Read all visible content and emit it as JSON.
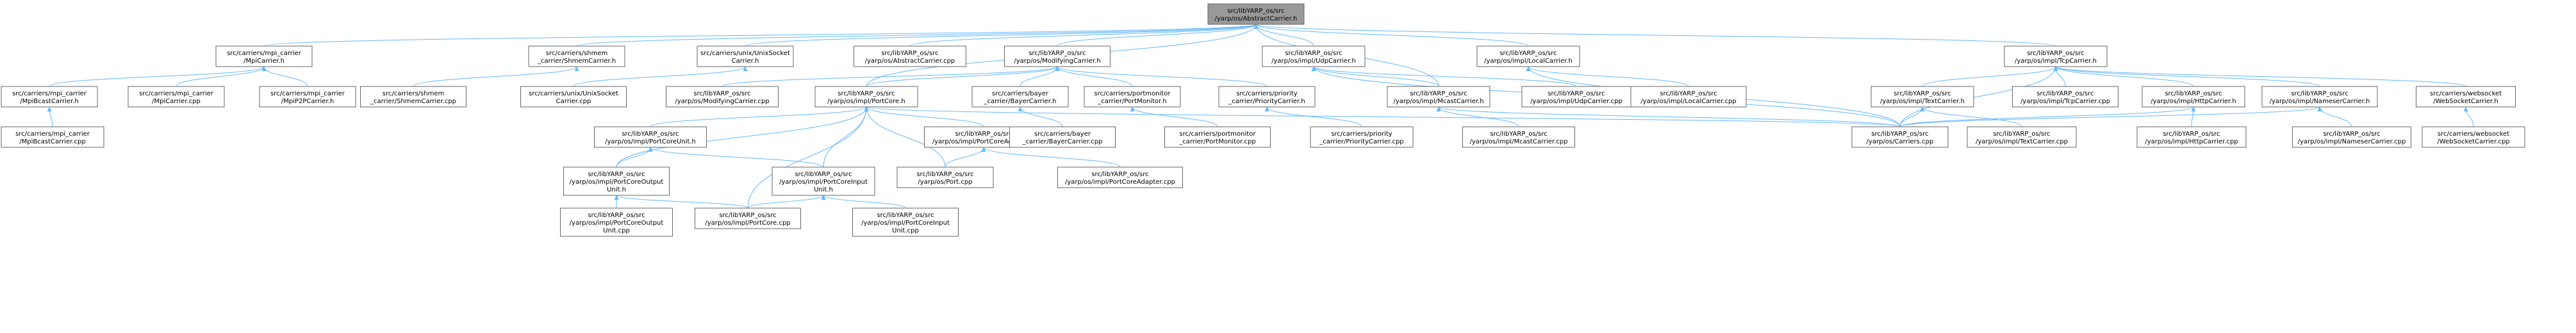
{
  "nodes": [
    {
      "id": "abstract_h",
      "lines": [
        "src/libYARP_os/src",
        "/yarp/os/AbstractCarrier.h"
      ],
      "root": true
    },
    {
      "id": "mpi_h",
      "lines": [
        "src/carriers/mpi_carrier",
        "/MpiCarrier.h"
      ]
    },
    {
      "id": "shmem_h",
      "lines": [
        "src/carriers/shmem",
        "_carrier/ShmemCarrier.h"
      ]
    },
    {
      "id": "unix_h",
      "lines": [
        "src/carriers/unix/UnixSocket",
        "Carrier.h"
      ]
    },
    {
      "id": "abstract_cpp",
      "lines": [
        "src/libYARP_os/src",
        "/yarp/os/AbstractCarrier.cpp"
      ]
    },
    {
      "id": "modifying_h",
      "lines": [
        "src/libYARP_os/src",
        "/yarp/os/ModifyingCarrier.h"
      ]
    },
    {
      "id": "udp_h",
      "lines": [
        "src/libYARP_os/src",
        "/yarp/os/impl/UdpCarrier.h"
      ]
    },
    {
      "id": "local_h",
      "lines": [
        "src/libYARP_os/src",
        "/yarp/os/impl/LocalCarrier.h"
      ]
    },
    {
      "id": "tcp_h",
      "lines": [
        "src/libYARP_os/src",
        "/yarp/os/impl/TcpCarrier.h"
      ]
    },
    {
      "id": "mpibcast_h",
      "lines": [
        "src/carriers/mpi_carrier",
        "/MpiBcastCarrier.h"
      ]
    },
    {
      "id": "mpi_cpp",
      "lines": [
        "src/carriers/mpi_carrier",
        "/MpiCarrier.cpp"
      ]
    },
    {
      "id": "mpip2p_h",
      "lines": [
        "src/carriers/mpi_carrier",
        "/MpiP2PCarrier.h"
      ]
    },
    {
      "id": "shmem_cpp",
      "lines": [
        "src/carriers/shmem",
        "_carrier/ShmemCarrier.cpp"
      ]
    },
    {
      "id": "unix_cpp",
      "lines": [
        "src/carriers/unix/UnixSocket",
        "Carrier.cpp"
      ]
    },
    {
      "id": "modifying_cpp",
      "lines": [
        "src/libYARP_os/src",
        "/yarp/os/ModifyingCarrier.cpp"
      ]
    },
    {
      "id": "portcore_h",
      "lines": [
        "src/libYARP_os/src",
        "/yarp/os/impl/PortCore.h"
      ]
    },
    {
      "id": "bayer_h",
      "lines": [
        "src/carriers/bayer",
        "_carrier/BayerCarrier.h"
      ]
    },
    {
      "id": "portmonitor_h",
      "lines": [
        "src/carriers/portmonitor",
        "_carrier/PortMonitor.h"
      ]
    },
    {
      "id": "priority_h",
      "lines": [
        "src/carriers/priority",
        "_carrier/PriorityCarrier.h"
      ]
    },
    {
      "id": "mcast_h",
      "lines": [
        "src/libYARP_os/src",
        "/yarp/os/impl/McastCarrier.h"
      ]
    },
    {
      "id": "udp_cpp",
      "lines": [
        "src/libYARP_os/src",
        "/yarp/os/impl/UdpCarrier.cpp"
      ]
    },
    {
      "id": "local_cpp",
      "lines": [
        "src/libYARP_os/src",
        "/yarp/os/impl/LocalCarrier.cpp"
      ]
    },
    {
      "id": "text_h",
      "lines": [
        "src/libYARP_os/src",
        "/yarp/os/impl/TextCarrier.h"
      ]
    },
    {
      "id": "tcp_cpp",
      "lines": [
        "src/libYARP_os/src",
        "/yarp/os/impl/TcpCarrier.cpp"
      ]
    },
    {
      "id": "http_h",
      "lines": [
        "src/libYARP_os/src",
        "/yarp/os/impl/HttpCarrier.h"
      ]
    },
    {
      "id": "nameser_h",
      "lines": [
        "src/libYARP_os/src",
        "/yarp/os/impl/NameserCarrier.h"
      ]
    },
    {
      "id": "websocket_h",
      "lines": [
        "src/carriers/websocket",
        "/WebSocketCarrier.h"
      ]
    },
    {
      "id": "mpibcast_cpp",
      "lines": [
        "src/carriers/mpi_carrier",
        "/MpiBcastCarrier.cpp"
      ]
    },
    {
      "id": "portcoreunit_h",
      "lines": [
        "src/libYARP_os/src",
        "/yarp/os/impl/PortCoreUnit.h"
      ]
    },
    {
      "id": "portcoreadapter_h",
      "lines": [
        "src/libYARP_os/src",
        "/yarp/os/impl/PortCoreAdapter.h"
      ]
    },
    {
      "id": "bayer_cpp",
      "lines": [
        "src/carriers/bayer",
        "_carrier/BayerCarrier.cpp"
      ]
    },
    {
      "id": "portmonitor_cpp",
      "lines": [
        "src/carriers/portmonitor",
        "_carrier/PortMonitor.cpp"
      ]
    },
    {
      "id": "priority_cpp",
      "lines": [
        "src/carriers/priority",
        "_carrier/PriorityCarrier.cpp"
      ]
    },
    {
      "id": "mcast_cpp",
      "lines": [
        "src/libYARP_os/src",
        "/yarp/os/impl/McastCarrier.cpp"
      ]
    },
    {
      "id": "carriers_cpp",
      "lines": [
        "src/libYARP_os/src",
        "/yarp/os/Carriers.cpp"
      ]
    },
    {
      "id": "text_cpp",
      "lines": [
        "src/libYARP_os/src",
        "/yarp/os/impl/TextCarrier.cpp"
      ]
    },
    {
      "id": "http_cpp",
      "lines": [
        "src/libYARP_os/src",
        "/yarp/os/impl/HttpCarrier.cpp"
      ]
    },
    {
      "id": "nameser_cpp",
      "lines": [
        "src/libYARP_os/src",
        "/yarp/os/impl/NameserCarrier.cpp"
      ]
    },
    {
      "id": "websocket_cpp",
      "lines": [
        "src/carriers/websocket",
        "/WebSocketCarrier.cpp"
      ]
    },
    {
      "id": "portcoreoutput_h",
      "lines": [
        "src/libYARP_os/src",
        "/yarp/os/impl/PortCoreOutput",
        "Unit.h"
      ]
    },
    {
      "id": "portcoreinput_h",
      "lines": [
        "src/libYARP_os/src",
        "/yarp/os/impl/PortCoreInput",
        "Unit.h"
      ]
    },
    {
      "id": "port_cpp",
      "lines": [
        "src/libYARP_os/src",
        "/yarp/os/Port.cpp"
      ]
    },
    {
      "id": "portcoreadapter_cpp",
      "lines": [
        "src/libYARP_os/src",
        "/yarp/os/impl/PortCoreAdapter.cpp"
      ]
    },
    {
      "id": "portcoreoutput_cpp",
      "lines": [
        "src/libYARP_os/src",
        "/yarp/os/impl/PortCoreOutput",
        "Unit.cpp"
      ]
    },
    {
      "id": "portcore_cpp",
      "lines": [
        "src/libYARP_os/src",
        "/yarp/os/impl/PortCore.cpp"
      ]
    },
    {
      "id": "portcoreinput_cpp",
      "lines": [
        "src/libYARP_os/src",
        "/yarp/os/impl/PortCoreInput",
        "Unit.cpp"
      ]
    }
  ],
  "edges": [
    [
      "abstract_h",
      "mpi_h"
    ],
    [
      "abstract_h",
      "shmem_h"
    ],
    [
      "abstract_h",
      "unix_h"
    ],
    [
      "abstract_h",
      "abstract_cpp"
    ],
    [
      "abstract_h",
      "modifying_h"
    ],
    [
      "abstract_h",
      "udp_h"
    ],
    [
      "abstract_h",
      "local_h"
    ],
    [
      "abstract_h",
      "tcp_h"
    ],
    [
      "abstract_h",
      "portcore_h"
    ],
    [
      "abstract_h",
      "mcast_h"
    ],
    [
      "mpi_h",
      "mpibcast_h"
    ],
    [
      "mpi_h",
      "mpi_cpp"
    ],
    [
      "mpi_h",
      "mpip2p_h"
    ],
    [
      "mpibcast_h",
      "mpibcast_cpp"
    ],
    [
      "shmem_h",
      "shmem_cpp"
    ],
    [
      "unix_h",
      "unix_cpp"
    ],
    [
      "modifying_h",
      "modifying_cpp"
    ],
    [
      "modifying_h",
      "portcore_h"
    ],
    [
      "modifying_h",
      "bayer_h"
    ],
    [
      "modifying_h",
      "portmonitor_h"
    ],
    [
      "modifying_h",
      "priority_h"
    ],
    [
      "bayer_h",
      "bayer_cpp"
    ],
    [
      "portmonitor_h",
      "portmonitor_cpp"
    ],
    [
      "priority_h",
      "priority_cpp"
    ],
    [
      "portcore_h",
      "portcoreunit_h"
    ],
    [
      "portcore_h",
      "portcoreadapter_h"
    ],
    [
      "portcore_h",
      "portcoreoutput_h"
    ],
    [
      "portcore_h",
      "portcoreinput_h"
    ],
    [
      "portcore_h",
      "port_cpp"
    ],
    [
      "portcore_h",
      "portcore_cpp"
    ],
    [
      "portcore_h",
      "carriers_cpp"
    ],
    [
      "portcoreunit_h",
      "portcoreoutput_h"
    ],
    [
      "portcoreunit_h",
      "portcoreinput_h"
    ],
    [
      "portcoreadapter_h",
      "port_cpp"
    ],
    [
      "portcoreadapter_h",
      "portcoreadapter_cpp"
    ],
    [
      "portcoreoutput_h",
      "portcoreoutput_cpp"
    ],
    [
      "portcoreoutput_h",
      "portcore_cpp"
    ],
    [
      "portcoreinput_h",
      "portcore_cpp"
    ],
    [
      "portcoreinput_h",
      "portcoreinput_cpp"
    ],
    [
      "udp_h",
      "mcast_h"
    ],
    [
      "udp_h",
      "udp_cpp"
    ],
    [
      "udp_h",
      "carriers_cpp"
    ],
    [
      "mcast_h",
      "mcast_cpp"
    ],
    [
      "mcast_h",
      "carriers_cpp"
    ],
    [
      "local_h",
      "local_cpp"
    ],
    [
      "local_h",
      "carriers_cpp"
    ],
    [
      "tcp_h",
      "carriers_cpp"
    ],
    [
      "tcp_h",
      "text_h"
    ],
    [
      "tcp_h",
      "tcp_cpp"
    ],
    [
      "tcp_h",
      "http_h"
    ],
    [
      "tcp_h",
      "nameser_h"
    ],
    [
      "tcp_h",
      "websocket_h"
    ],
    [
      "text_h",
      "carriers_cpp"
    ],
    [
      "text_h",
      "text_cpp"
    ],
    [
      "http_h",
      "carriers_cpp"
    ],
    [
      "http_h",
      "http_cpp"
    ],
    [
      "nameser_h",
      "carriers_cpp"
    ],
    [
      "nameser_h",
      "nameser_cpp"
    ],
    [
      "websocket_h",
      "websocket_cpp"
    ]
  ]
}
